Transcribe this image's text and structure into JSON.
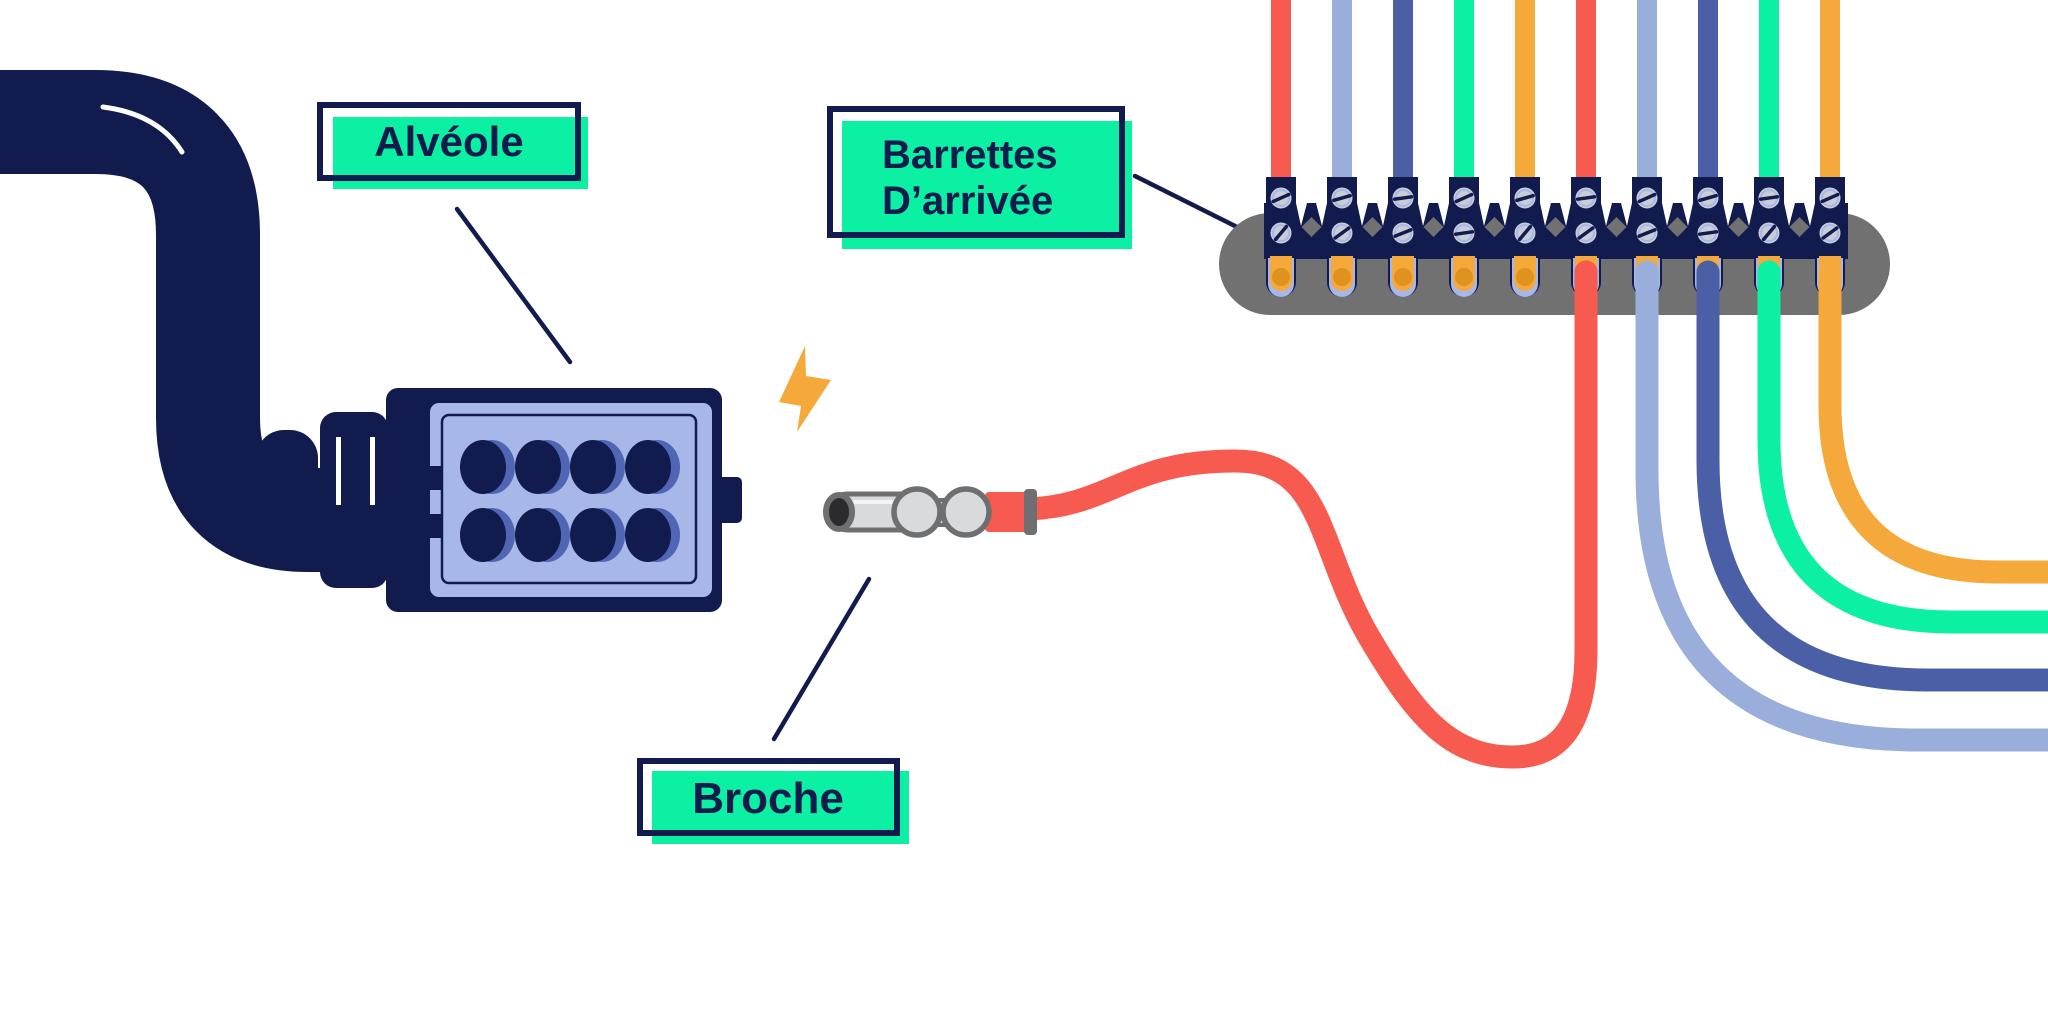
{
  "diagram": {
    "labels": {
      "alveole": "Alvéole",
      "barrettes_line1": "Barrettes",
      "barrettes_line2": "D’arrivée",
      "broche": "Broche"
    },
    "colors": {
      "navy": "#111B4D",
      "mint": "#0BF0A2",
      "red": "#F75B4F",
      "orange": "#F5A93B",
      "orange_dark": "#E0921F",
      "periwinkle": "#A6B7E8",
      "blue_medium": "#5066B4",
      "light_blue": "#9AAEDC",
      "indigo": "#4A5FA5",
      "gray": "#717171",
      "screw_gray": "#CBCDD6",
      "pin_light": "#D9DADC",
      "pin_gray": "#6E6F71",
      "white": "#FFFFFF"
    },
    "terminal_strip": {
      "module_count": 10,
      "screws_per_module": 2,
      "wire_colors": [
        "red",
        "light_blue",
        "indigo",
        "mint",
        "orange",
        "red",
        "light_blue",
        "indigo",
        "mint",
        "orange"
      ],
      "pass_through_start_index": 5
    },
    "icons": [
      "lightning-bolt-icon"
    ]
  }
}
